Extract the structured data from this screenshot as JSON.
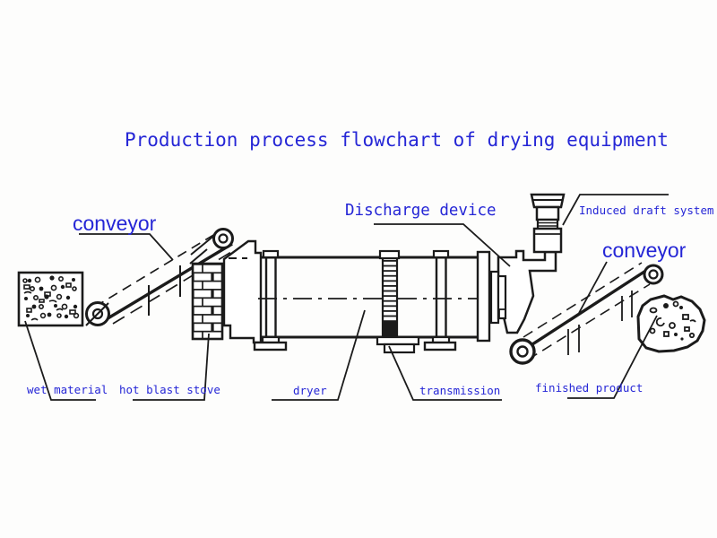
{
  "title": "Production process flowchart of drying equipment",
  "colors": {
    "label_blue": "#2526d6",
    "line": "#1b1b1b",
    "background": "#fdfdfc"
  },
  "labels": {
    "conveyor_left": "conveyor",
    "discharge_device": "Discharge device",
    "induced_draft_system": "Induced draft system",
    "conveyor_right": "conveyor",
    "wet_material": "wet material",
    "hot_blast_stove": "hot blast stove",
    "dryer": "dryer",
    "transmission": "transmission",
    "finished_product": "finished product"
  }
}
